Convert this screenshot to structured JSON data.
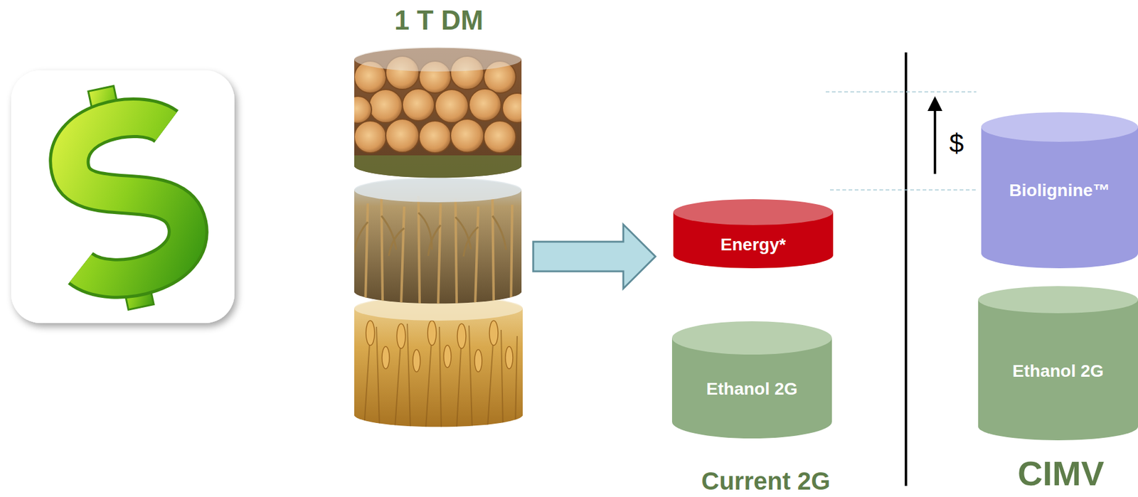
{
  "diagram": {
    "nodes": [
      {
        "text": [
          "Energy*"
        ]
      },
      {
        "text": [
          "Ethanol 2G"
        ]
      },
      {
        "text": [
          "Biolignine™"
        ]
      },
      {
        "text": [
          "Ethanol 2G"
        ]
      }
    ],
    "labels": [
      "1 T DM",
      "$",
      "Current 2G",
      "CIMV"
    ]
  }
}
